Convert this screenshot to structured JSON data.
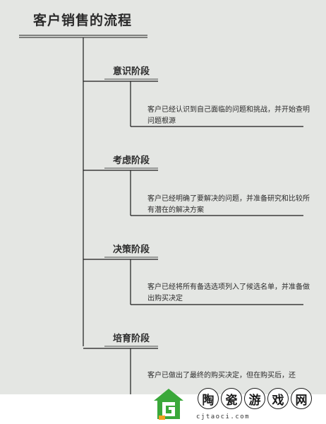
{
  "title": "客户销售的流程",
  "stages": [
    {
      "label": "意识阶段",
      "description": "客户已经认识到自己面临的问题和挑战，并开始查明问题根源"
    },
    {
      "label": "考虑阶段",
      "description": "客户已经明确了要解决的问题，并准备研究和比较所有潜在的解决方案"
    },
    {
      "label": "决策阶段",
      "description": "客户已经将所有备选选项列入了候选名单，并准备做出购买决定"
    },
    {
      "label": "培育阶段",
      "description": "客户已做出了最终的购买决定，但在购买后，还"
    }
  ],
  "watermark": {
    "chars": [
      "陶",
      "瓷",
      "游",
      "戏",
      "网"
    ],
    "url": "cjtaoci.com",
    "colors": {
      "green": "#3aa83a",
      "orange": "#f0a020"
    }
  },
  "colors": {
    "line": "#1a1a1a",
    "background": "#e4e6e3"
  }
}
